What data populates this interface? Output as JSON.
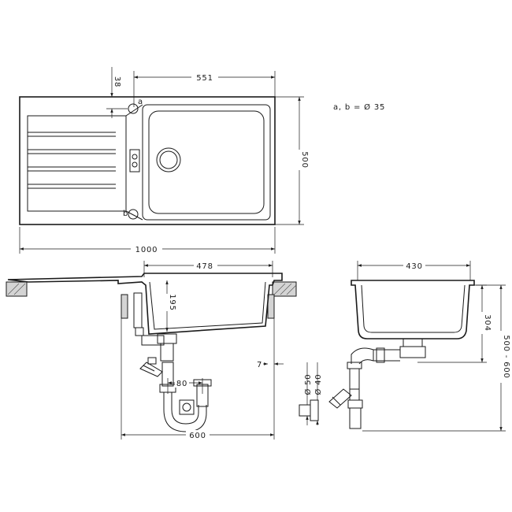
{
  "note": "a, b = Ø 35",
  "labels": {
    "a": "a",
    "b": "b"
  },
  "dimensions": {
    "top_bowl_width": "551",
    "tap_hole_offset": "38",
    "depth": "500",
    "overall_width": "1000",
    "inner_bowl_width": "478",
    "bowl_depth": "195",
    "front_bowl_width": "430",
    "side_bowl_depth": "304",
    "edge_thickness": "7",
    "waste_offset": "80",
    "cabinet_width": "600",
    "pipe_50": "Ø 50",
    "pipe_40": "Ø 40",
    "cabinet_height": "500 - 600"
  }
}
